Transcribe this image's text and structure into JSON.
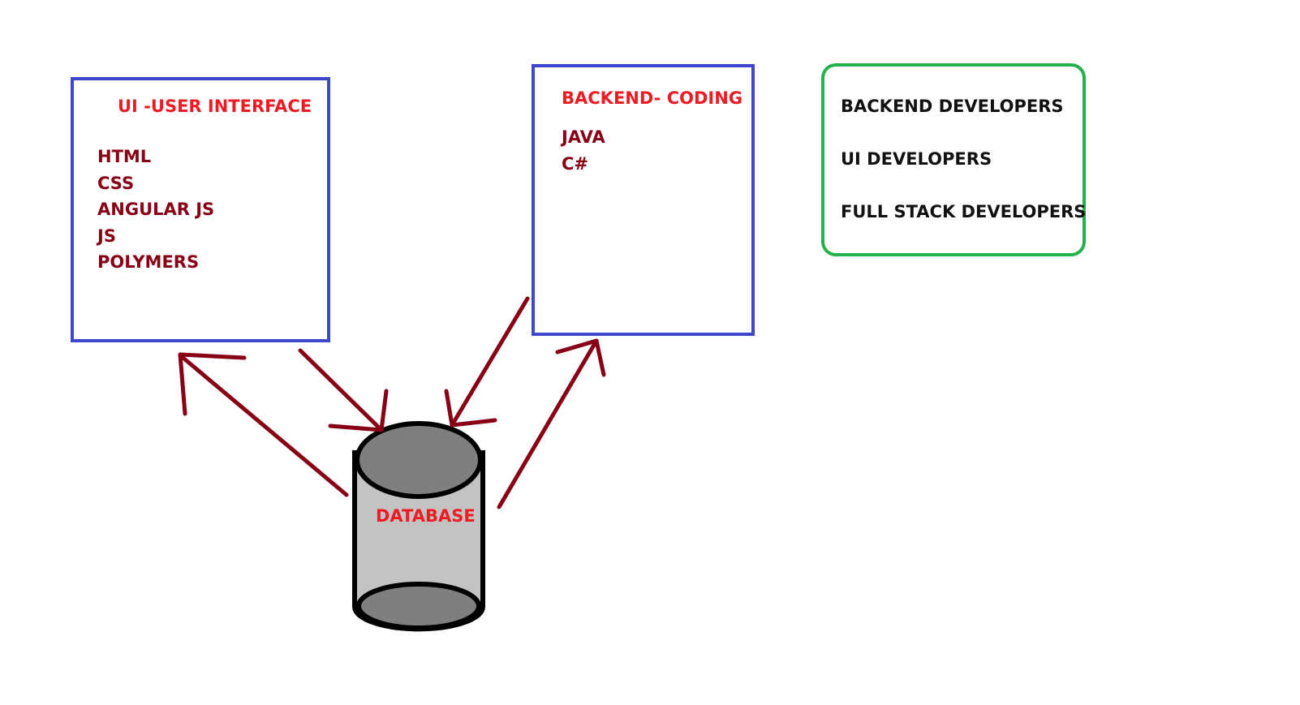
{
  "colors": {
    "box_border": "#3f48cc",
    "group_border": "#22b14c",
    "title_text": "#ed1c24",
    "item_text": "#880015",
    "developer_text": "#111111",
    "arrow": "#880015",
    "db_body": "#c3c3c3",
    "db_top": "#7f7f7f"
  },
  "ui_box": {
    "title": "UI -USER INTERFACE",
    "items": [
      "HTML",
      "CSS",
      "ANGULAR JS",
      "JS",
      "POLYMERS"
    ]
  },
  "backend_box": {
    "title": "BACKEND- CODING",
    "items": [
      "JAVA",
      "C#"
    ]
  },
  "developers_box": {
    "items": [
      "BACKEND DEVELOPERS",
      "UI DEVELOPERS",
      "FULL STACK DEVELOPERS"
    ]
  },
  "database": {
    "label": "DATABASE",
    "icon": "database-cylinder-icon"
  },
  "connections": [
    {
      "from": "database",
      "to": "ui_box"
    },
    {
      "from": "ui_box",
      "to": "database"
    },
    {
      "from": "backend_box",
      "to": "database"
    },
    {
      "from": "database",
      "to": "backend_box"
    }
  ]
}
